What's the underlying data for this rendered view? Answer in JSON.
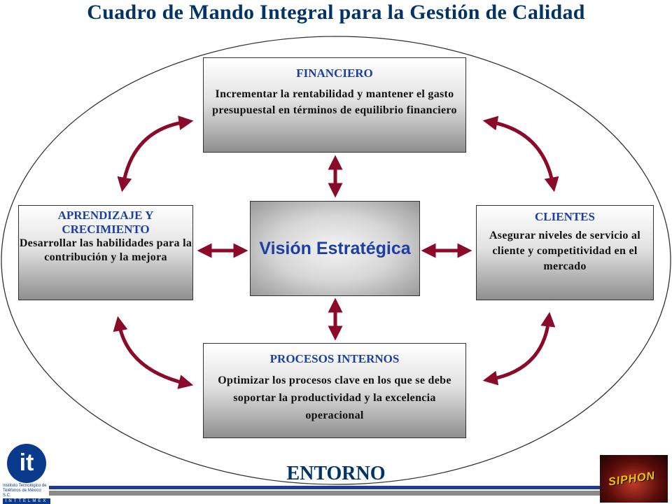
{
  "title": "Cuadro de Mando Integral para la Gestión de Calidad",
  "perspectives": {
    "financiero": {
      "heading": "FINANCIERO",
      "text": "Incrementar la rentabilidad y mantener el gasto presupuestal en términos de equilibrio financiero"
    },
    "aprendizaje": {
      "heading": "APRENDIZAJE Y CRECIMIENTO",
      "text": "Desarrollar las habilidades para la contribución y la mejora"
    },
    "clientes": {
      "heading": "CLIENTES",
      "text": "Asegurar niveles de servicio al cliente y competitividad en el mercado"
    },
    "procesos": {
      "heading": "PROCESOS INTERNOS",
      "text": "Optimizar los procesos clave en los que se debe soportar la productividad y la excelencia operacional"
    }
  },
  "center": {
    "label": "Visión Estratégica"
  },
  "environment_label": "ENTORNO",
  "logos": {
    "left": {
      "mark": "it",
      "caption": "Instituto Tecnológico de Teléfonos de México S.C.",
      "strip": "INTTELMEX"
    },
    "right": {
      "mark": "SIPHON"
    }
  },
  "colors": {
    "title": "#003366",
    "heading": "#1a3fa6",
    "arrow": "#8b0a2a",
    "bar_dark": "#1f3a93",
    "bar_gray": "#8a8a8a"
  }
}
